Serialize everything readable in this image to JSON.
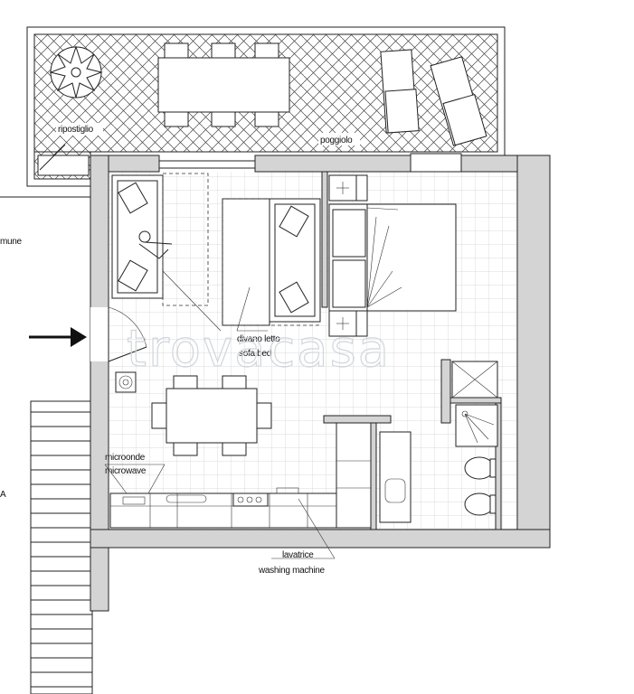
{
  "labels": {
    "storage": "ripostiglio",
    "balcony": "poggiolo",
    "common_area": "mune",
    "sofa_bed_it": "divano letto",
    "sofa_bed_en": "sofa bed",
    "microwave_it": "microonde",
    "microwave_en": "microwave",
    "washer_it": "lavatrice",
    "washer_en": "washing machine",
    "stairs_mark": "A"
  },
  "watermark": "trovacasa",
  "colors": {
    "wall_fill": "#d4d4d4",
    "line": "#222222",
    "grid": "#d0d0d0",
    "background": "#ffffff"
  },
  "icons": {
    "entrance": "arrow-right-icon",
    "plant": "plant-icon",
    "person": "person-icon",
    "cooktop": "stove-icon",
    "shower": "shower-icon"
  }
}
